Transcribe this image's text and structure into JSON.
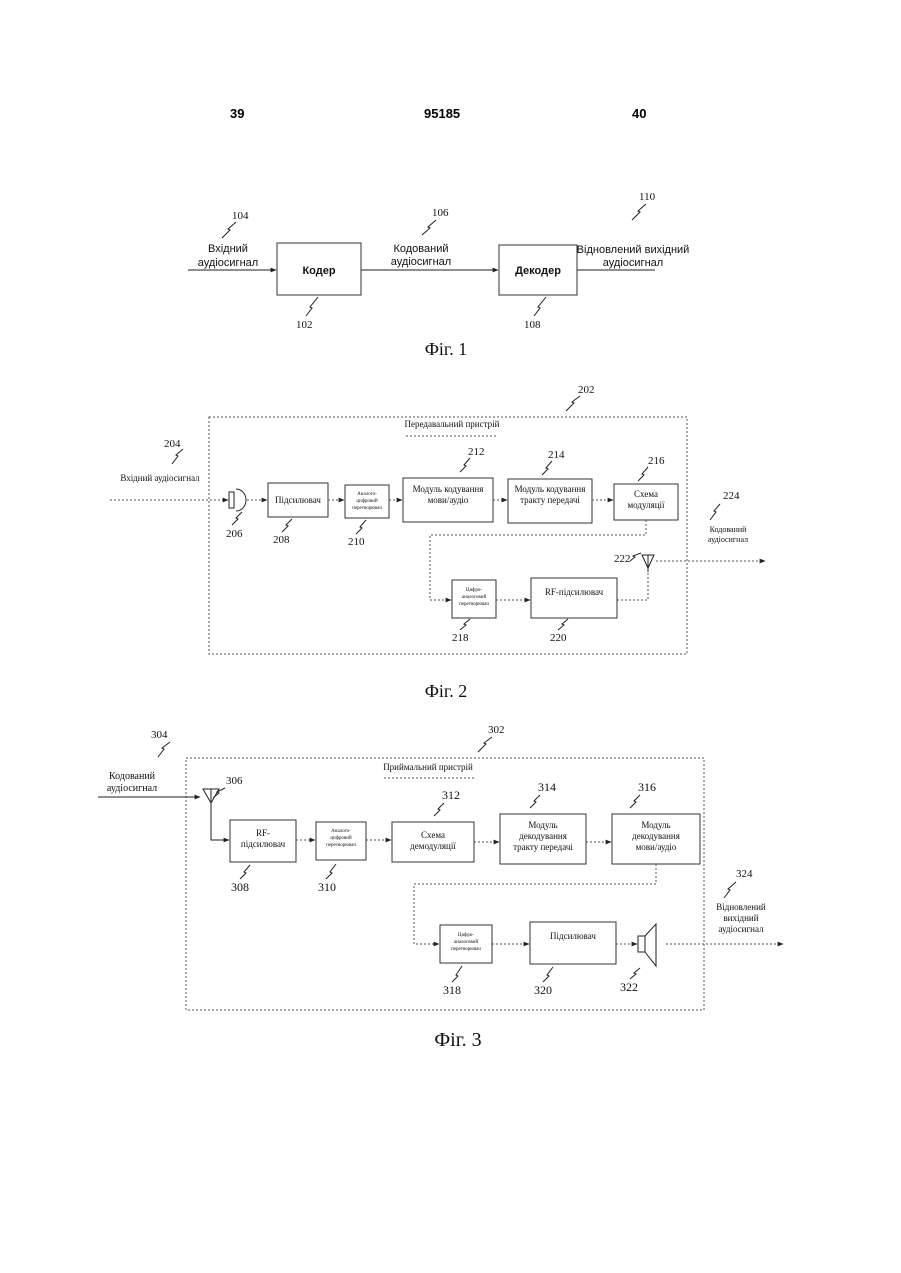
{
  "header": {
    "page_left": "39",
    "patent_number": "95185",
    "page_right": "40"
  },
  "fig1": {
    "caption": "Фіг. 1",
    "input_label_1": "Вхідний",
    "input_label_2": "аудіосигнал",
    "coded_label_1": "Кодований",
    "coded_label_2": "аудіосигнал",
    "output_label_1": "Відновлений вихідний",
    "output_label_2": "аудіосигнал",
    "encoder": "Кодер",
    "decoder": "Декодер",
    "refs": {
      "input": "104",
      "encoder": "102",
      "coded": "106",
      "decoder": "108",
      "output": "110"
    }
  },
  "fig2": {
    "caption": "Фіг. 2",
    "title": "Передавальний пристрій",
    "input_label": "Вхідний аудіосигнал",
    "output_label_1": "Кодований",
    "output_label_2": "аудіосигнал",
    "amplifier": "Підсилювач",
    "adc_1": "Аналого-",
    "adc_2": "цифровий",
    "adc_3": "перетворювач",
    "speech_coder_1": "Модуль кодування",
    "speech_coder_2": "мови/аудіо",
    "channel_coder_1": "Модуль кодування",
    "channel_coder_2": "тракту передачі",
    "modulator_1": "Схема",
    "modulator_2": "модуляції",
    "dac_1": "Цифро-",
    "dac_2": "аналоговий",
    "dac_3": "перетворювач",
    "rf_amp": "RF-підсилювач",
    "refs": {
      "device": "202",
      "input": "204",
      "mic": "206",
      "amp": "208",
      "adc": "210",
      "speech": "212",
      "channel": "214",
      "mod": "216",
      "dac": "218",
      "rf": "220",
      "antenna": "222",
      "output": "224"
    }
  },
  "fig3": {
    "caption": "Фіг. 3",
    "title": "Приймальний пристрій",
    "input_label_1": "Кодований",
    "input_label_2": "аудіосигнал",
    "output_label_1": "Відновлений",
    "output_label_2": "вихідний",
    "output_label_3": "аудіосигнал",
    "rf_amp_1": "RF-",
    "rf_amp_2": "підсилювач",
    "adc_1": "Аналого-",
    "adc_2": "цифровий",
    "adc_3": "перетворювач",
    "demod_1": "Схема",
    "demod_2": "демодуляції",
    "channel_dec_1": "Модуль",
    "channel_dec_2": "декодування",
    "channel_dec_3": "тракту передачі",
    "speech_dec_1": "Модуль",
    "speech_dec_2": "декодування",
    "speech_dec_3": "мови/аудіо",
    "dac_1": "Цифро-",
    "dac_2": "аналоговий",
    "dac_3": "перетворювач",
    "amplifier": "Підсилювач",
    "refs": {
      "device": "302",
      "input": "304",
      "antenna": "306",
      "rf": "308",
      "adc": "310",
      "demod": "312",
      "chdec": "314",
      "spdec": "316",
      "dac": "318",
      "amp": "320",
      "speaker": "322",
      "output": "324"
    }
  }
}
